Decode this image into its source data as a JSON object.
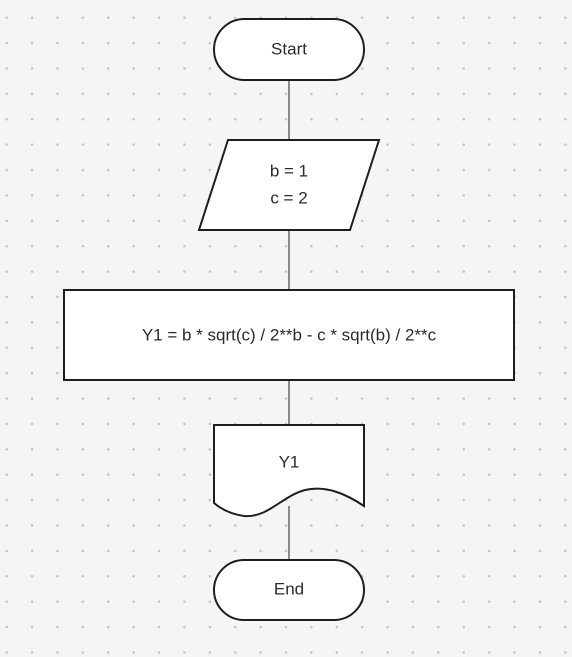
{
  "diagram": {
    "start_label": "Start",
    "input_line1": "b = 1",
    "input_line2": "c = 2",
    "process_label": "Y1 = b * sqrt(c) / 2**b - c * sqrt(b) / 2**c",
    "output_label": "Y1",
    "end_label": "End"
  }
}
